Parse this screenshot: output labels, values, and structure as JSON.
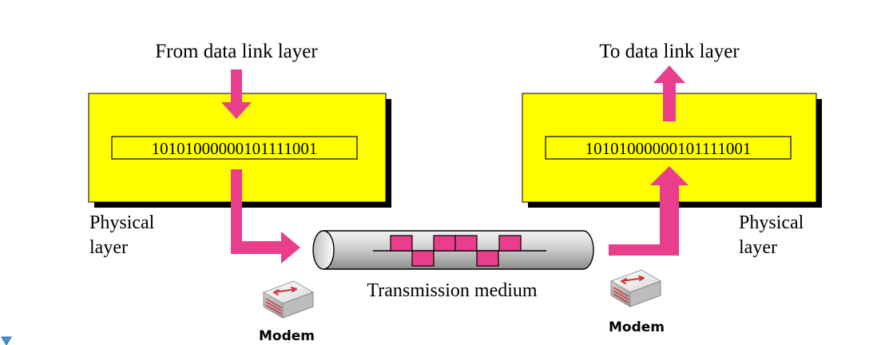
{
  "labels": {
    "from_data_link_layer": "From data link layer",
    "to_data_link_layer": "To data link layer",
    "physical_layer_left_line1": "Physical",
    "physical_layer_left_line2": "layer",
    "physical_layer_right_line1": "Physical",
    "physical_layer_right_line2": "layer",
    "transmission_medium": "Transmission medium"
  },
  "bitstream": {
    "sender": "10101000000101111001",
    "receiver": "10101000000101111001"
  },
  "devices": {
    "left_modem_label": "Modem",
    "right_modem_label": "Modem"
  },
  "colors": {
    "box_fill": "#ffff00",
    "box_shadow": "#000000",
    "arrow": "#e83e8c",
    "signal_pulse": "#e83e8c",
    "cable_body": "#c8c8c8",
    "corner_marker": "#4a90d9"
  },
  "icons": {
    "modem": "modem-icon",
    "corner": "triangle-down-icon"
  }
}
